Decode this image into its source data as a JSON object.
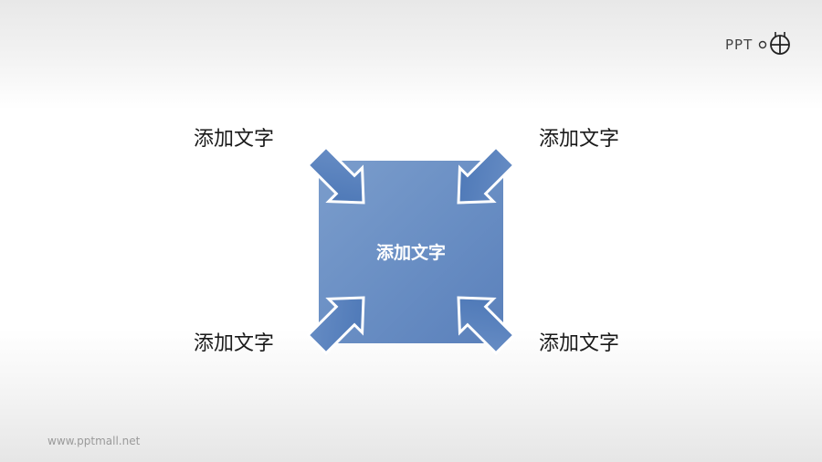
{
  "diagram": {
    "center_label": "添加文字",
    "labels": {
      "top_left": "添加文字",
      "top_right": "添加文字",
      "bottom_left": "添加文字",
      "bottom_right": "添加文字"
    },
    "colors": {
      "box": "#6a8fc4",
      "arrow": "#4f7ab8",
      "outline": "#ffffff"
    }
  },
  "brand": {
    "logo_text": "PPT",
    "footer_url": "www.pptmall.net"
  }
}
